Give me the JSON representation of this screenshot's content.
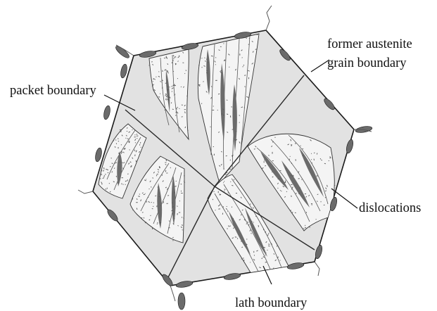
{
  "labels": {
    "former_austenite_line1": "former austenite",
    "former_austenite_line2": "grain boundary",
    "packet_boundary": "packet boundary",
    "dislocations": "dislocations",
    "lath_boundary": "lath boundary"
  },
  "colors": {
    "grain_fill": "#e2e2e2",
    "lath_fill": "#f4f4f4",
    "carbide": "#6b6b6b",
    "outline": "#1a1a1a",
    "dislocation_dot": "#555555"
  }
}
